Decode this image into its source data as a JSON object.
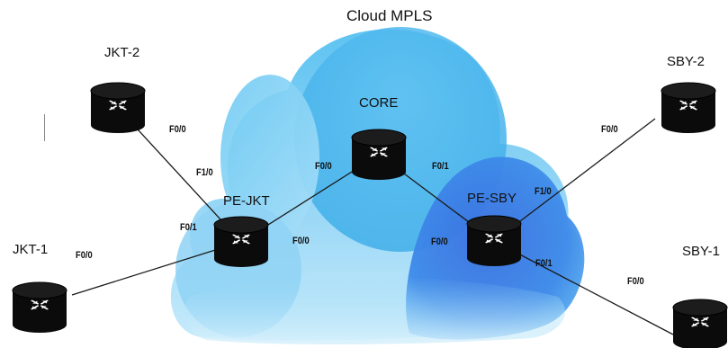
{
  "diagram": {
    "title": "Cloud MPLS",
    "routers": [
      {
        "id": "jkt2",
        "name": "JKT-2"
      },
      {
        "id": "jkt1",
        "name": "JKT-1"
      },
      {
        "id": "pejkt",
        "name": "PE-JKT"
      },
      {
        "id": "core",
        "name": "CORE"
      },
      {
        "id": "pesby",
        "name": "PE-SBY"
      },
      {
        "id": "sby2",
        "name": "SBY-2"
      },
      {
        "id": "sby1",
        "name": "SBY-1"
      }
    ],
    "links": [
      {
        "from": "jkt2",
        "to": "pejkt",
        "from_port": "F0/0",
        "to_port": "F1/0"
      },
      {
        "from": "jkt1",
        "to": "pejkt",
        "from_port": "F0/0",
        "to_port": "F0/1"
      },
      {
        "from": "pejkt",
        "to": "core",
        "from_port": "F0/0",
        "to_port": "F0/0"
      },
      {
        "from": "core",
        "to": "pesby",
        "from_port": "F0/1",
        "to_port": "F0/0"
      },
      {
        "from": "pesby",
        "to": "sby2",
        "from_port": "F1/0",
        "to_port": "F0/0"
      },
      {
        "from": "pesby",
        "to": "sby1",
        "from_port": "F0/1",
        "to_port": "F0/0"
      }
    ]
  },
  "colors": {
    "cloud_light": "#9fdcf8",
    "cloud_mid": "#5ec3f1",
    "cloud_right": "#2f7fe6",
    "router_body": "#0b0b0b",
    "link": "#1a1a1a"
  }
}
